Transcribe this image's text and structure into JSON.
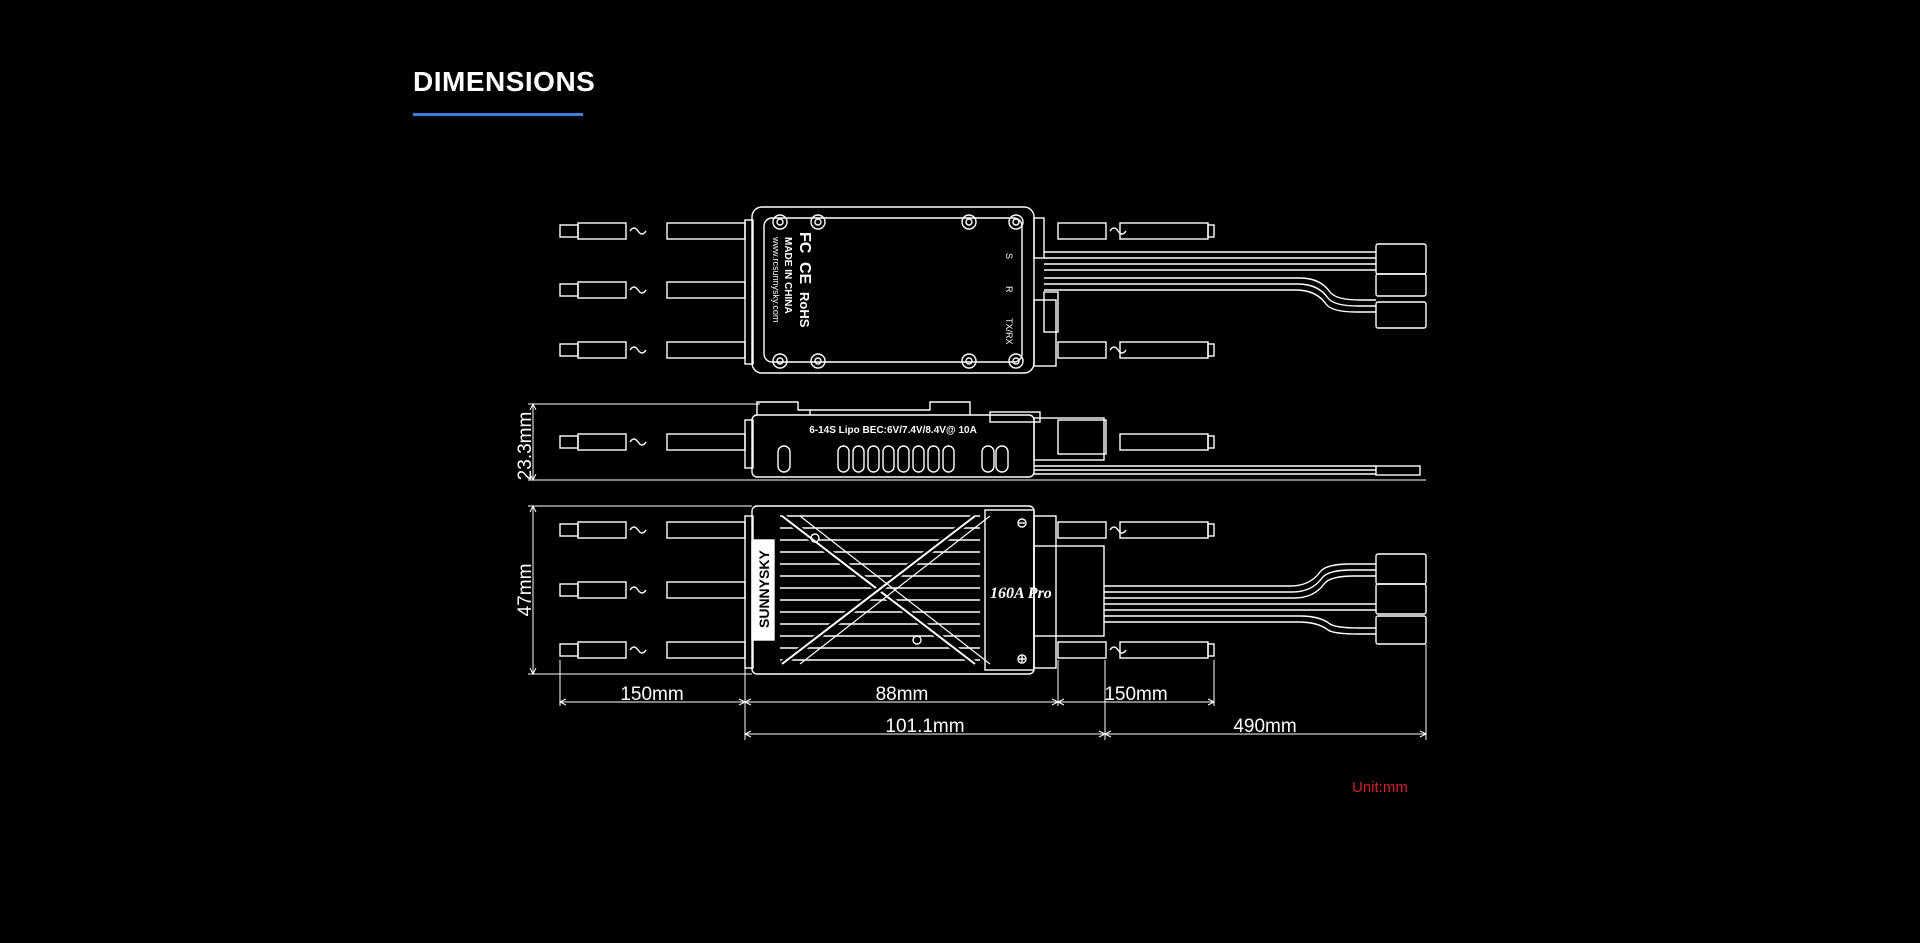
{
  "section": {
    "title": "DIMENSIONS"
  },
  "labels": {
    "bec_spec": "6-14S Lipo BEC:6V/7.4V/8.4V@ 10A",
    "brand": "SUNNYSKY",
    "model": "160A Pro",
    "website": "www.rcsunnysky.com",
    "made_in": "MADE IN CHINA",
    "fc_mark": "FC",
    "ce_mark": "CE",
    "rohs": "RoHS",
    "pin_s": "S",
    "pin_r": "R",
    "pin_txrx": "TX/RX"
  },
  "dimensions": {
    "height_side": "23.3mm",
    "height_bottom": "47mm",
    "wire_left": "150mm",
    "body": "88mm",
    "wire_right": "150mm",
    "overall_body": "101.1mm",
    "signal_wire": "490mm"
  },
  "unit_note": "Unit:mm",
  "colors": {
    "accent": "#3a7fd5",
    "unit_note": "#d0202a",
    "line": "#ffffff",
    "background": "#000000"
  }
}
